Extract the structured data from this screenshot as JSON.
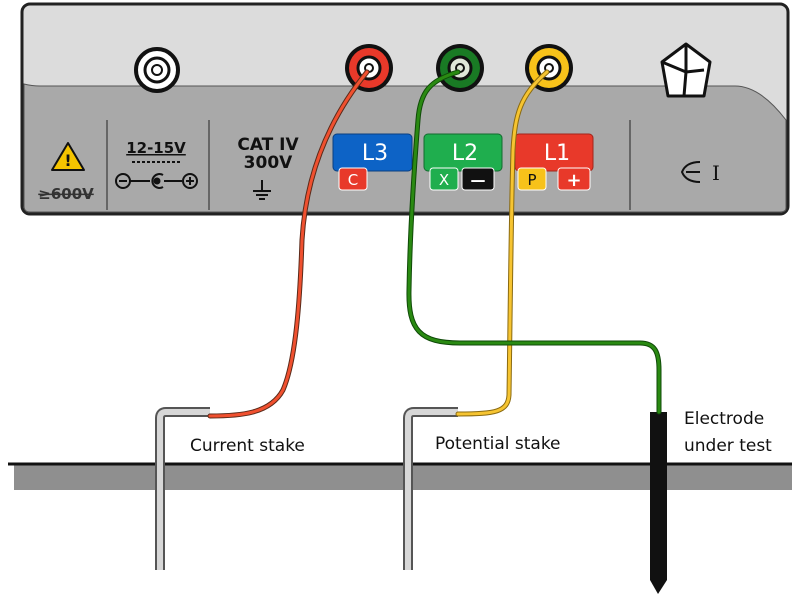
{
  "panel": {
    "warning_voltage": "≥600V",
    "supply_voltage": "12-15V",
    "cat_rating": "CAT IV",
    "cat_voltage": "300V",
    "terminals": [
      {
        "name": "L3",
        "sub": [
          "C"
        ],
        "color": "#0d63c6",
        "jack_color": "#e8392a"
      },
      {
        "name": "L2",
        "sub": [
          "X",
          "—"
        ],
        "color": "#1fae4e",
        "jack_color": "#197a24"
      },
      {
        "name": "L1",
        "sub": [
          "P",
          "+"
        ],
        "color": "#e8392a",
        "jack_color": "#f7c21a"
      }
    ],
    "clamp_symbol": "I"
  },
  "labels": {
    "current_stake": "Current stake",
    "potential_stake": "Potential stake",
    "electrode_line1": "Electrode",
    "electrode_line2": "under test"
  },
  "colors": {
    "panel_body": "#dcdcdc",
    "panel_band": "#a9a9a9",
    "wire_red": "#f0502f",
    "wire_green": "#2a8a12",
    "wire_yellow": "#f6c431",
    "ground": "#8f8f8f"
  }
}
